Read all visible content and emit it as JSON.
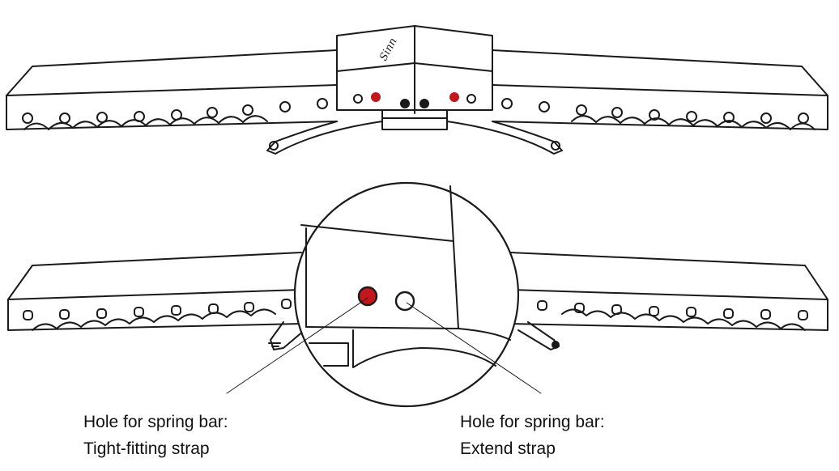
{
  "colors": {
    "line": "#1a1a1a",
    "red_hole": "#c4161c",
    "black_hole": "#1a1a1a",
    "background": "#ffffff"
  },
  "brand_logo_text": "Sinn",
  "captions": {
    "left": {
      "line1": "Hole for spring bar:",
      "line2": "Tight-fitting strap"
    },
    "right": {
      "line1": "Hole for spring bar:",
      "line2": "Extend strap"
    }
  }
}
